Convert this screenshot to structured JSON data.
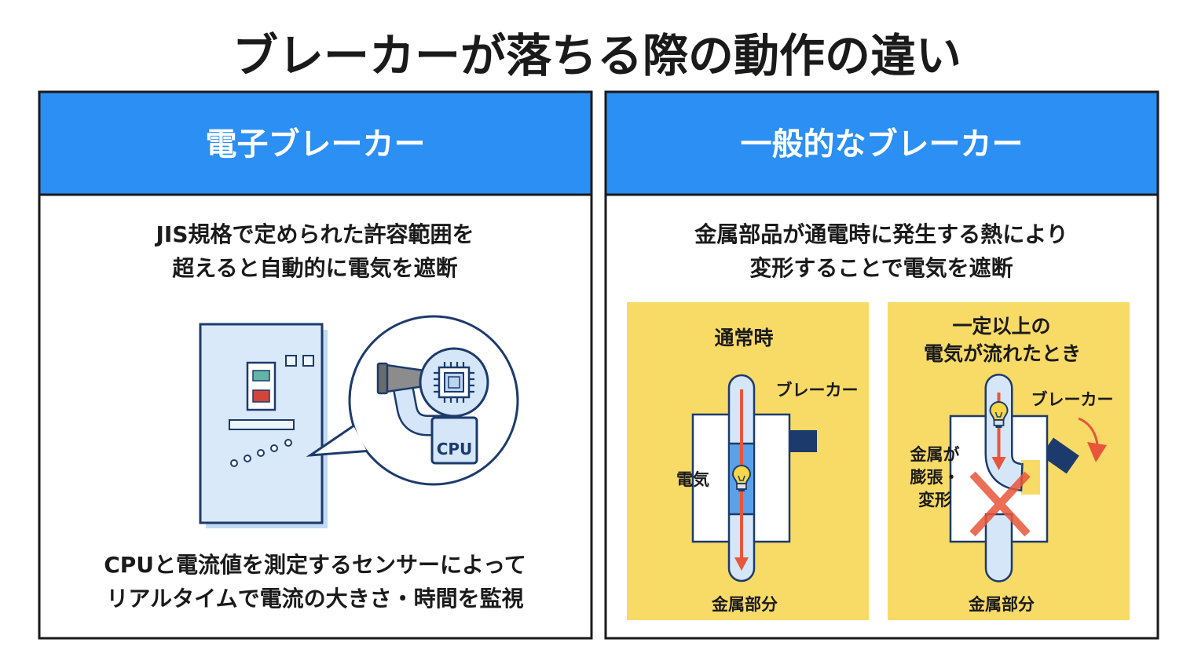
{
  "title": "ブレーカーが落ちる際の動作の違い",
  "colors": {
    "header_blue": "#2b8ff3",
    "navy": "#1c3b6c",
    "panel_yellow": "#f8da66",
    "light_blue": "#d4e6f8",
    "accent_red": "#e8553a"
  },
  "left_panel": {
    "header": "電子ブレーカー",
    "description": [
      "JIS規格で定められた許容範囲を",
      "超えると自動的に電気を遮断"
    ],
    "illustration": {
      "cpu_label": "CPU"
    },
    "footer": [
      "CPUと電流値を測定するセンサーによって",
      "リアルタイムで電流の大きさ・時間を監視"
    ]
  },
  "right_panel": {
    "header": "一般的なブレーカー",
    "description": [
      "金属部品が通電時に発生する熱により",
      "変形することで電気を遮断"
    ],
    "normal_state": {
      "title": "通常時",
      "breaker_label": "ブレーカー",
      "current_label": "電気",
      "metal_label": "金属部分"
    },
    "overload_state": {
      "title": [
        "一定以上の",
        "電気が流れたとき"
      ],
      "breaker_label": "ブレーカー",
      "deformation_label": [
        "金属が",
        "膨張・",
        "変形"
      ],
      "metal_label": "金属部分"
    }
  }
}
